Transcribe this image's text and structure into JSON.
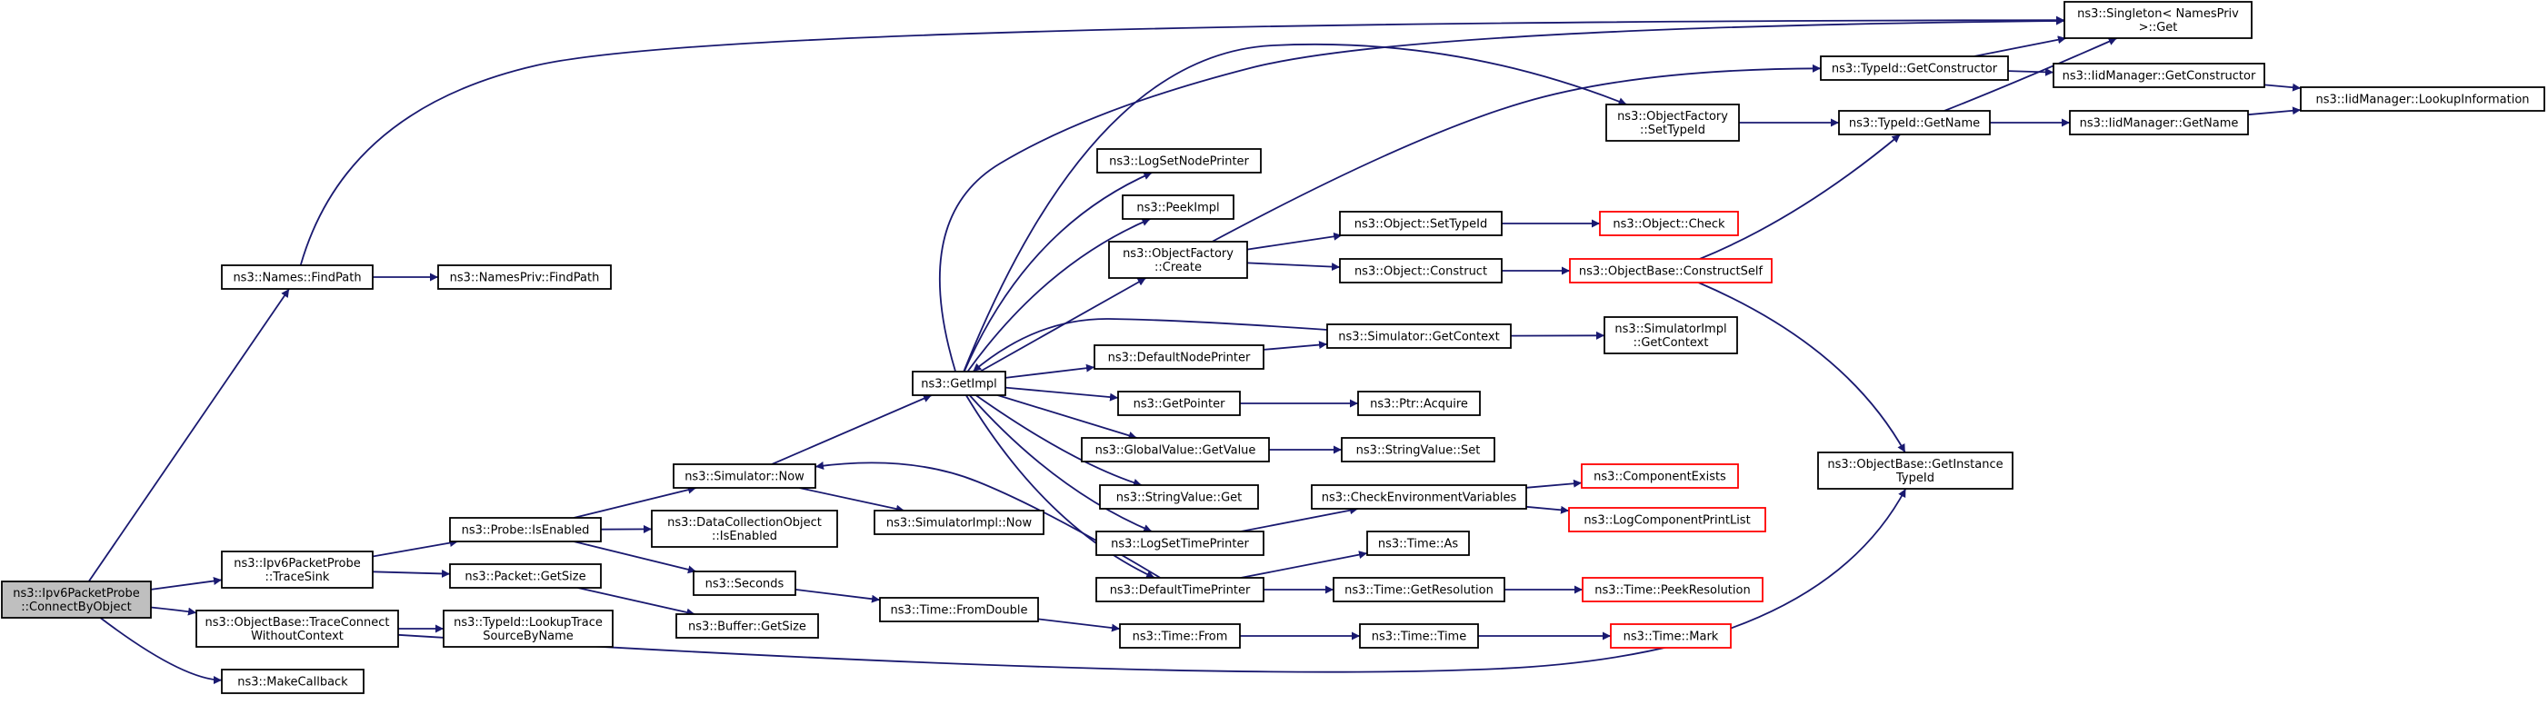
{
  "colors": {
    "edge": "#191970",
    "border_normal": "#000000",
    "border_truncated": "#ff0000",
    "fill_normal": "#ffffff",
    "fill_root": "#bfbfbf"
  },
  "nodes": [
    {
      "id": "root",
      "lines": [
        "ns3::Ipv6PacketProbe",
        "::ConnectByObject"
      ],
      "style": "root"
    },
    {
      "id": "names_findpath",
      "lines": [
        "ns3::Names::FindPath"
      ],
      "style": "normal"
    },
    {
      "id": "namespriv_findpath",
      "lines": [
        "ns3::NamesPriv::FindPath"
      ],
      "style": "normal"
    },
    {
      "id": "singleton_get",
      "lines": [
        "ns3::Singleton< NamesPriv",
        " >::Get"
      ],
      "style": "normal"
    },
    {
      "id": "tracesink",
      "lines": [
        "ns3::Ipv6PacketProbe",
        "::TraceSink"
      ],
      "style": "normal"
    },
    {
      "id": "probe_isenabled",
      "lines": [
        "ns3::Probe::IsEnabled"
      ],
      "style": "normal"
    },
    {
      "id": "packet_getsize",
      "lines": [
        "ns3::Packet::GetSize"
      ],
      "style": "normal"
    },
    {
      "id": "buffer_getsize",
      "lines": [
        "ns3::Buffer::GetSize"
      ],
      "style": "normal"
    },
    {
      "id": "traceconnect",
      "lines": [
        "ns3::ObjectBase::TraceConnect",
        "WithoutContext"
      ],
      "style": "normal"
    },
    {
      "id": "lookuptrace",
      "lines": [
        "ns3::TypeId::LookupTrace",
        "SourceByName"
      ],
      "style": "normal"
    },
    {
      "id": "makecallback",
      "lines": [
        "ns3::MakeCallback"
      ],
      "style": "normal"
    },
    {
      "id": "simulator_now",
      "lines": [
        "ns3::Simulator::Now"
      ],
      "style": "normal"
    },
    {
      "id": "dco_isenabled",
      "lines": [
        "ns3::DataCollectionObject",
        "::IsEnabled"
      ],
      "style": "normal"
    },
    {
      "id": "seconds",
      "lines": [
        "ns3::Seconds"
      ],
      "style": "normal"
    },
    {
      "id": "simimpl_now",
      "lines": [
        "ns3::SimulatorImpl::Now"
      ],
      "style": "normal"
    },
    {
      "id": "time_fromdouble",
      "lines": [
        "ns3::Time::FromDouble"
      ],
      "style": "normal"
    },
    {
      "id": "getimpl",
      "lines": [
        "ns3::GetImpl"
      ],
      "style": "normal"
    },
    {
      "id": "logsetnodeprinter",
      "lines": [
        "ns3::LogSetNodePrinter"
      ],
      "style": "normal"
    },
    {
      "id": "peekimpl",
      "lines": [
        "ns3::PeekImpl"
      ],
      "style": "normal"
    },
    {
      "id": "objfactory_create",
      "lines": [
        "ns3::ObjectFactory",
        "::Create"
      ],
      "style": "normal"
    },
    {
      "id": "defaultnodeprinter",
      "lines": [
        "ns3::DefaultNodePrinter"
      ],
      "style": "normal"
    },
    {
      "id": "getpointer",
      "lines": [
        "ns3::GetPointer"
      ],
      "style": "normal"
    },
    {
      "id": "globalvalue_getvalue",
      "lines": [
        "ns3::GlobalValue::GetValue"
      ],
      "style": "normal"
    },
    {
      "id": "stringvalue_get",
      "lines": [
        "ns3::StringValue::Get"
      ],
      "style": "normal"
    },
    {
      "id": "logsettimeprinter",
      "lines": [
        "ns3::LogSetTimePrinter"
      ],
      "style": "normal"
    },
    {
      "id": "defaulttimeprinter",
      "lines": [
        "ns3::DefaultTimePrinter"
      ],
      "style": "normal"
    },
    {
      "id": "time_from",
      "lines": [
        "ns3::Time::From"
      ],
      "style": "normal"
    },
    {
      "id": "objfactory_settypeid",
      "lines": [
        "ns3::ObjectFactory",
        "::SetTypeId"
      ],
      "style": "normal"
    },
    {
      "id": "object_settypeid",
      "lines": [
        "ns3::Object::SetTypeId"
      ],
      "style": "normal"
    },
    {
      "id": "object_construct",
      "lines": [
        "ns3::Object::Construct"
      ],
      "style": "normal"
    },
    {
      "id": "sim_getcontext",
      "lines": [
        "ns3::Simulator::GetContext"
      ],
      "style": "normal"
    },
    {
      "id": "ptr_acquire",
      "lines": [
        "ns3::Ptr::Acquire"
      ],
      "style": "normal"
    },
    {
      "id": "stringvalue_set",
      "lines": [
        "ns3::StringValue::Set"
      ],
      "style": "normal"
    },
    {
      "id": "checkenv",
      "lines": [
        "ns3::CheckEnvironmentVariables"
      ],
      "style": "normal"
    },
    {
      "id": "time_as",
      "lines": [
        "ns3::Time::As"
      ],
      "style": "normal"
    },
    {
      "id": "time_getresolution",
      "lines": [
        "ns3::Time::GetResolution"
      ],
      "style": "normal"
    },
    {
      "id": "time_time",
      "lines": [
        "ns3::Time::Time"
      ],
      "style": "normal"
    },
    {
      "id": "typeid_getconstructor",
      "lines": [
        "ns3::TypeId::GetConstructor"
      ],
      "style": "normal"
    },
    {
      "id": "typeid_getname",
      "lines": [
        "ns3::TypeId::GetName"
      ],
      "style": "normal"
    },
    {
      "id": "object_check",
      "lines": [
        "ns3::Object::Check"
      ],
      "style": "truncated"
    },
    {
      "id": "objbase_constructself",
      "lines": [
        "ns3::ObjectBase::ConstructSelf"
      ],
      "style": "truncated"
    },
    {
      "id": "simimpl_getcontext",
      "lines": [
        "ns3::SimulatorImpl",
        "::GetContext"
      ],
      "style": "normal"
    },
    {
      "id": "componentexists",
      "lines": [
        "ns3::ComponentExists"
      ],
      "style": "truncated"
    },
    {
      "id": "logcomponentprintlist",
      "lines": [
        "ns3::LogComponentPrintList"
      ],
      "style": "truncated"
    },
    {
      "id": "time_peekresolution",
      "lines": [
        "ns3::Time::PeekResolution"
      ],
      "style": "truncated"
    },
    {
      "id": "time_mark",
      "lines": [
        "ns3::Time::Mark"
      ],
      "style": "truncated"
    },
    {
      "id": "iid_getconstructor",
      "lines": [
        "ns3::IidManager::GetConstructor"
      ],
      "style": "normal"
    },
    {
      "id": "iid_getname",
      "lines": [
        "ns3::IidManager::GetName"
      ],
      "style": "normal"
    },
    {
      "id": "iid_lookupinfo",
      "lines": [
        "ns3::IidManager::LookupInformation"
      ],
      "style": "normal"
    },
    {
      "id": "objbase_getinstancetypeid",
      "lines": [
        "ns3::ObjectBase::GetInstance",
        "TypeId"
      ],
      "style": "normal"
    }
  ],
  "edges": [
    [
      "root",
      "names_findpath"
    ],
    [
      "root",
      "tracesink"
    ],
    [
      "root",
      "traceconnect"
    ],
    [
      "root",
      "makecallback"
    ],
    [
      "names_findpath",
      "namespriv_findpath"
    ],
    [
      "names_findpath",
      "singleton_get"
    ],
    [
      "tracesink",
      "probe_isenabled"
    ],
    [
      "tracesink",
      "packet_getsize"
    ],
    [
      "probe_isenabled",
      "simulator_now"
    ],
    [
      "probe_isenabled",
      "dco_isenabled"
    ],
    [
      "probe_isenabled",
      "seconds"
    ],
    [
      "packet_getsize",
      "buffer_getsize"
    ],
    [
      "traceconnect",
      "lookuptrace"
    ],
    [
      "traceconnect",
      "objbase_getinstancetypeid"
    ],
    [
      "simulator_now",
      "getimpl"
    ],
    [
      "simulator_now",
      "simimpl_now"
    ],
    [
      "seconds",
      "time_fromdouble"
    ],
    [
      "time_fromdouble",
      "time_from"
    ],
    [
      "getimpl",
      "logsetnodeprinter"
    ],
    [
      "getimpl",
      "peekimpl"
    ],
    [
      "getimpl",
      "objfactory_create"
    ],
    [
      "getimpl",
      "defaultnodeprinter"
    ],
    [
      "getimpl",
      "getpointer"
    ],
    [
      "getimpl",
      "globalvalue_getvalue"
    ],
    [
      "getimpl",
      "stringvalue_get"
    ],
    [
      "getimpl",
      "logsettimeprinter"
    ],
    [
      "getimpl",
      "defaulttimeprinter"
    ],
    [
      "getimpl",
      "objfactory_settypeid"
    ],
    [
      "getimpl",
      "singleton_get"
    ],
    [
      "objfactory_create",
      "object_settypeid"
    ],
    [
      "objfactory_create",
      "object_construct"
    ],
    [
      "objfactory_create",
      "typeid_getconstructor"
    ],
    [
      "defaultnodeprinter",
      "sim_getcontext"
    ],
    [
      "sim_getcontext",
      "getimpl"
    ],
    [
      "sim_getcontext",
      "simimpl_getcontext"
    ],
    [
      "getpointer",
      "ptr_acquire"
    ],
    [
      "globalvalue_getvalue",
      "stringvalue_set"
    ],
    [
      "logsettimeprinter",
      "checkenv"
    ],
    [
      "checkenv",
      "componentexists"
    ],
    [
      "checkenv",
      "logcomponentprintlist"
    ],
    [
      "defaulttimeprinter",
      "simulator_now"
    ],
    [
      "defaulttimeprinter",
      "time_as"
    ],
    [
      "defaulttimeprinter",
      "time_getresolution"
    ],
    [
      "time_getresolution",
      "time_peekresolution"
    ],
    [
      "time_from",
      "time_time"
    ],
    [
      "time_time",
      "time_mark"
    ],
    [
      "objfactory_settypeid",
      "typeid_getname"
    ],
    [
      "object_settypeid",
      "object_check"
    ],
    [
      "object_construct",
      "objbase_constructself"
    ],
    [
      "objbase_constructself",
      "typeid_getname"
    ],
    [
      "objbase_constructself",
      "objbase_getinstancetypeid"
    ],
    [
      "typeid_getconstructor",
      "iid_getconstructor"
    ],
    [
      "typeid_getconstructor",
      "singleton_get"
    ],
    [
      "typeid_getname",
      "iid_getname"
    ],
    [
      "typeid_getname",
      "singleton_get"
    ],
    [
      "iid_getconstructor",
      "iid_lookupinfo"
    ],
    [
      "iid_getname",
      "iid_lookupinfo"
    ]
  ]
}
